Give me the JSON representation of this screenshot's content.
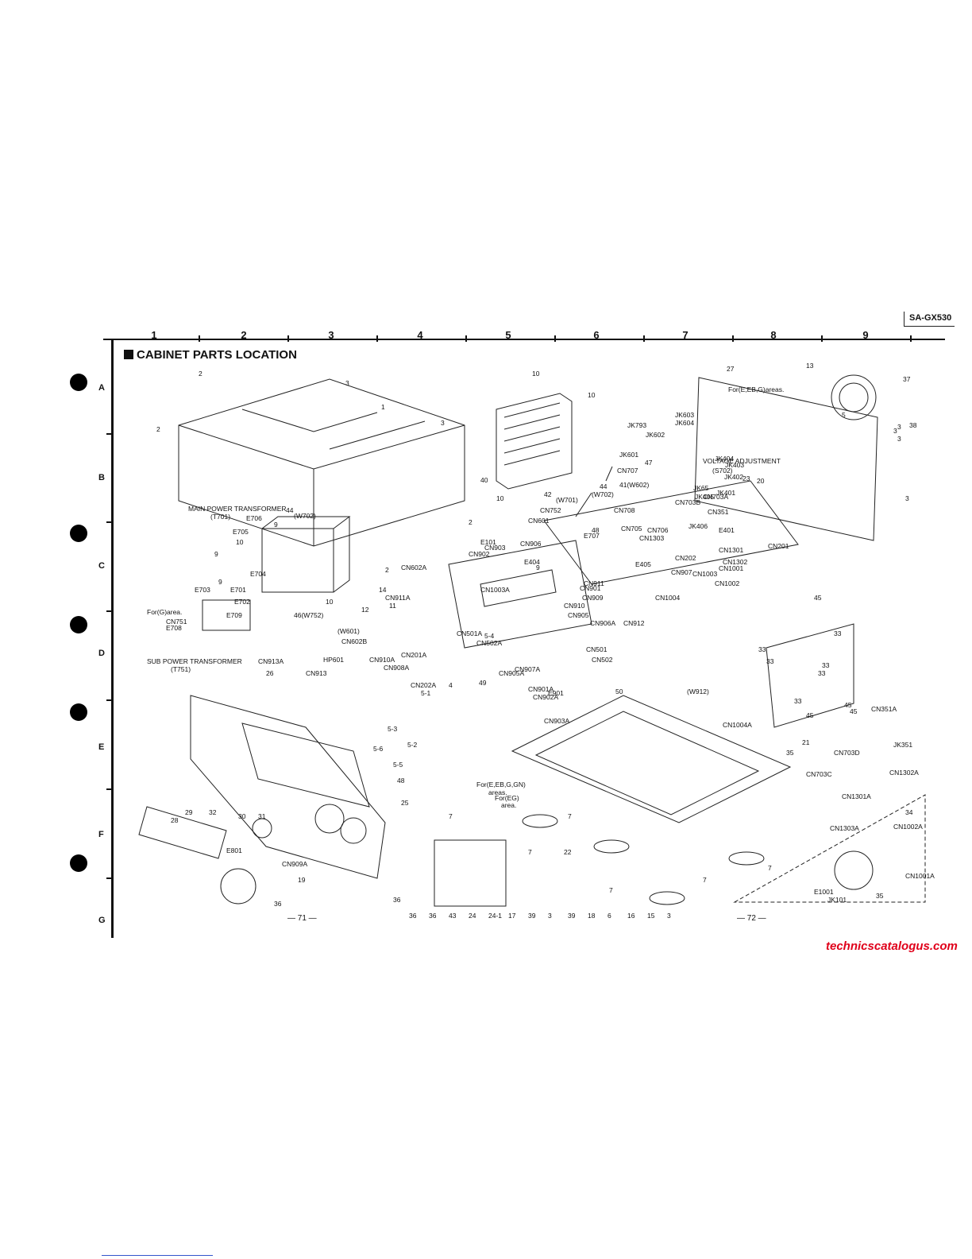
{
  "header": {
    "model": "SA-GX530",
    "title": "CABINET PARTS LOCATION"
  },
  "grid": {
    "columns": [
      "1",
      "2",
      "3",
      "4",
      "5",
      "6",
      "7",
      "8",
      "9"
    ],
    "rows": [
      "A",
      "B",
      "C",
      "D",
      "E",
      "F",
      "G"
    ]
  },
  "footer": {
    "page_left": "— 71 —",
    "page_right": "— 72 —",
    "watermark": "technicscatalogus.com"
  },
  "labels": {
    "main_transformer": "MAIN POWER TRANSFORMER",
    "main_transformer_ref": "(T701)",
    "sub_transformer": "SUB POWER TRANSFORMER",
    "sub_transformer_ref": "(T751)",
    "for_g_area": "For(G)area.",
    "for_eebg": "For(E,EB,G)areas.",
    "voltage_adj": "VOLTAGE ADJUSTMENT",
    "voltage_adj_ref": "(S702)",
    "for_eebggn": "For(E,EB,G,GN)",
    "areas": "areas.",
    "for_eg": "For(EG)",
    "area": "area."
  },
  "part_callouts": [
    "1",
    "2",
    "2",
    "3",
    "3",
    "2",
    "2",
    "10",
    "10",
    "10",
    "40",
    "10",
    "9",
    "9",
    "10",
    "9",
    "44",
    "(W702)",
    "E706",
    "E705",
    "E704",
    "E703",
    "E701",
    "E702",
    "CN751",
    "E708",
    "E709",
    "46(W752)",
    "14",
    "CN602A",
    "CN911A",
    "11",
    "12",
    "(W601)",
    "CN602B",
    "HP601",
    "CN910A",
    "CN908A",
    "CN913",
    "CN913A",
    "26",
    "27",
    "13",
    "37",
    "5",
    "3",
    "3",
    "3",
    "38",
    "3",
    "JK793",
    "JK602",
    "JK601",
    "47",
    "41(W602)",
    "42",
    "(W701)",
    "44",
    "(W702)",
    "CN752",
    "CN601",
    "CN707",
    "CN708",
    "48",
    "CN705",
    "CN706",
    "CN1303",
    "E707",
    "JK603",
    "JK604",
    "JK65",
    "JK405",
    "JK406",
    "JK404",
    "JK403",
    "JK402",
    "JK401",
    "20",
    "23",
    "CN703A",
    "CN703B",
    "CN351",
    "E401",
    "CN201",
    "CN1301",
    "CN1302",
    "CN1003",
    "CN1001",
    "CN1002",
    "CN202",
    "CN1004",
    "E405",
    "CN907",
    "CN906",
    "E404",
    "9",
    "CN901",
    "CN902",
    "CN903",
    "CN905",
    "CN910",
    "CN911",
    "CN909",
    "CN906A",
    "CN912",
    "CN501",
    "CN502",
    "CN907A",
    "CN501A",
    "CN502A",
    "CN905A",
    "CN901A",
    "CN902A",
    "CN903A",
    "E901",
    "50",
    "(W912)",
    "45",
    "33",
    "33",
    "33",
    "33",
    "33",
    "33",
    "45",
    "45",
    "45",
    "JK351",
    "CN351A",
    "21",
    "35",
    "CN703C",
    "CN703D",
    "CN1302A",
    "CN1301A",
    "CN1303A",
    "34",
    "CN1002A",
    "CN1001A",
    "35",
    "JK101",
    "E1001",
    "CN1004A",
    "CN1003A",
    "E101",
    "CN201A",
    "CN202A",
    "49",
    "5-4",
    "5-1",
    "5-6",
    "5-3",
    "5-5",
    "5-2",
    "48",
    "4",
    "7",
    "7",
    "7",
    "7",
    "7",
    "7",
    "22",
    "25",
    "28",
    "29",
    "32",
    "30",
    "31",
    "E801",
    "CN909A",
    "19",
    "36",
    "36",
    "36",
    "36",
    "43",
    "24",
    "24-1",
    "17",
    "39",
    "3",
    "39",
    "18",
    "6",
    "16",
    "15",
    "3"
  ]
}
